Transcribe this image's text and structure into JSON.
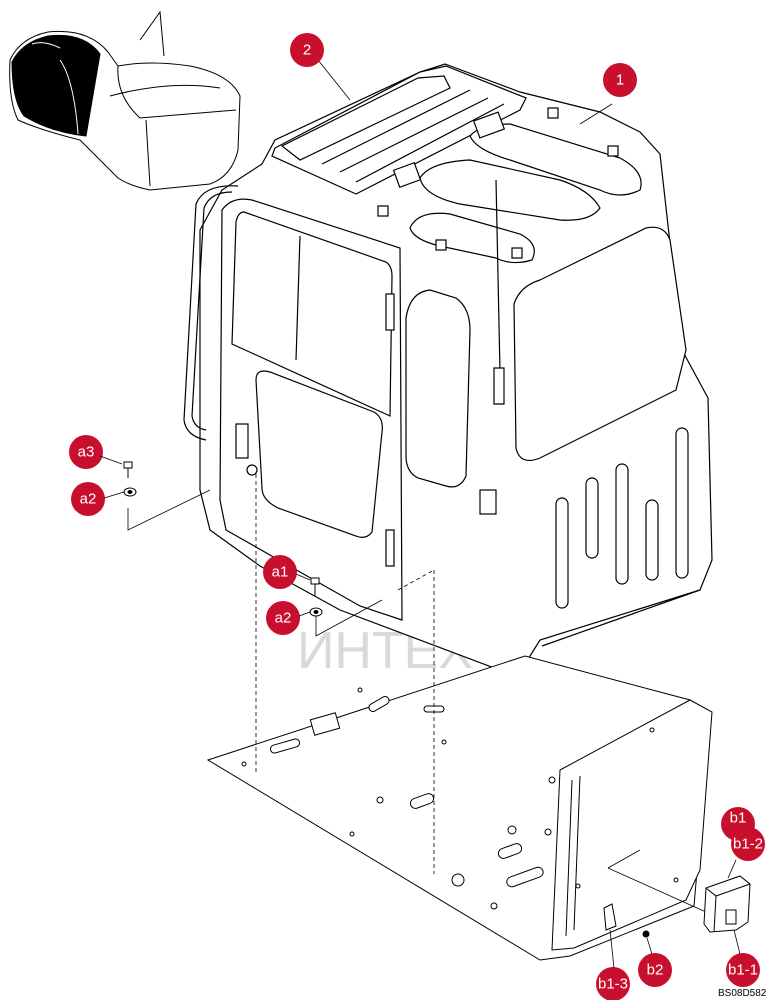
{
  "diagram": {
    "drawing_code": "BS08D582",
    "watermark_text": "ИНТЕХ",
    "callout_color": "#c8102e",
    "callouts": [
      {
        "id": "callout-1",
        "label": "1"
      },
      {
        "id": "callout-2",
        "label": "2"
      },
      {
        "id": "callout-a3",
        "label": "a3"
      },
      {
        "id": "callout-a2-upper",
        "label": "a2"
      },
      {
        "id": "callout-a1",
        "label": "a1"
      },
      {
        "id": "callout-a2-lower",
        "label": "a2"
      },
      {
        "id": "callout-b1",
        "label": "b1"
      },
      {
        "id": "callout-b1-2",
        "label": "b1-2"
      },
      {
        "id": "callout-b1-1",
        "label": "b1-1"
      },
      {
        "id": "callout-b1-3",
        "label": "b1-3"
      },
      {
        "id": "callout-b2",
        "label": "b2"
      }
    ]
  }
}
